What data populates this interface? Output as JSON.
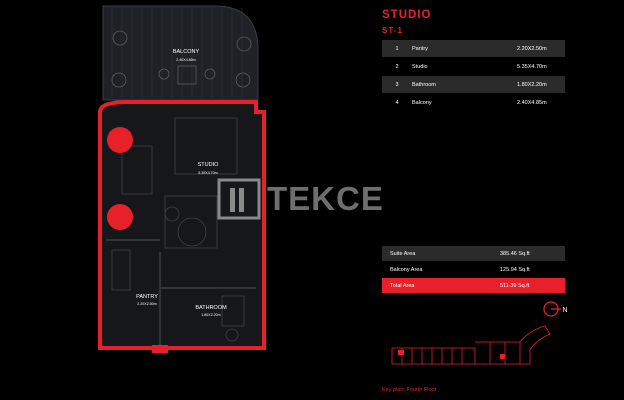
{
  "header": {
    "title": "STUDIO",
    "subtitle": "ST-1"
  },
  "rooms": [
    {
      "num": "1",
      "name": "Pantry",
      "dims": "2.20X2.50m"
    },
    {
      "num": "2",
      "name": "Studio",
      "dims": "5.35X4.70m"
    },
    {
      "num": "3",
      "name": "Bathroom",
      "dims": "1.80X2.20m"
    },
    {
      "num": "4",
      "name": "Balcony",
      "dims": "2.40X4.85m"
    }
  ],
  "areas": [
    {
      "label": "Suite Area",
      "value": "385.46 Sq.ft"
    },
    {
      "label": "Balcony Area",
      "value": "125.94 Sq.ft"
    },
    {
      "label": "Total Area",
      "value": "511.39 Sq.ft"
    }
  ],
  "plan_labels": {
    "balcony": "BALCONY",
    "balcony_dims": "2.40X4.85m",
    "studio": "STUDIO",
    "studio_dims": "5.35X4.70m",
    "pantry": "PANTRY",
    "pantry_dims": "2.20X2.50m",
    "bathroom": "BATHROOM",
    "bathroom_dims": "1.80X2.20m"
  },
  "watermark": "TEKCE",
  "compass_letter": "N",
  "keyplan_label": "Key plan: Fourth Floor",
  "colors": {
    "accent": "#e8202a",
    "row_dark": "#2b2b2b",
    "background": "#000000"
  }
}
